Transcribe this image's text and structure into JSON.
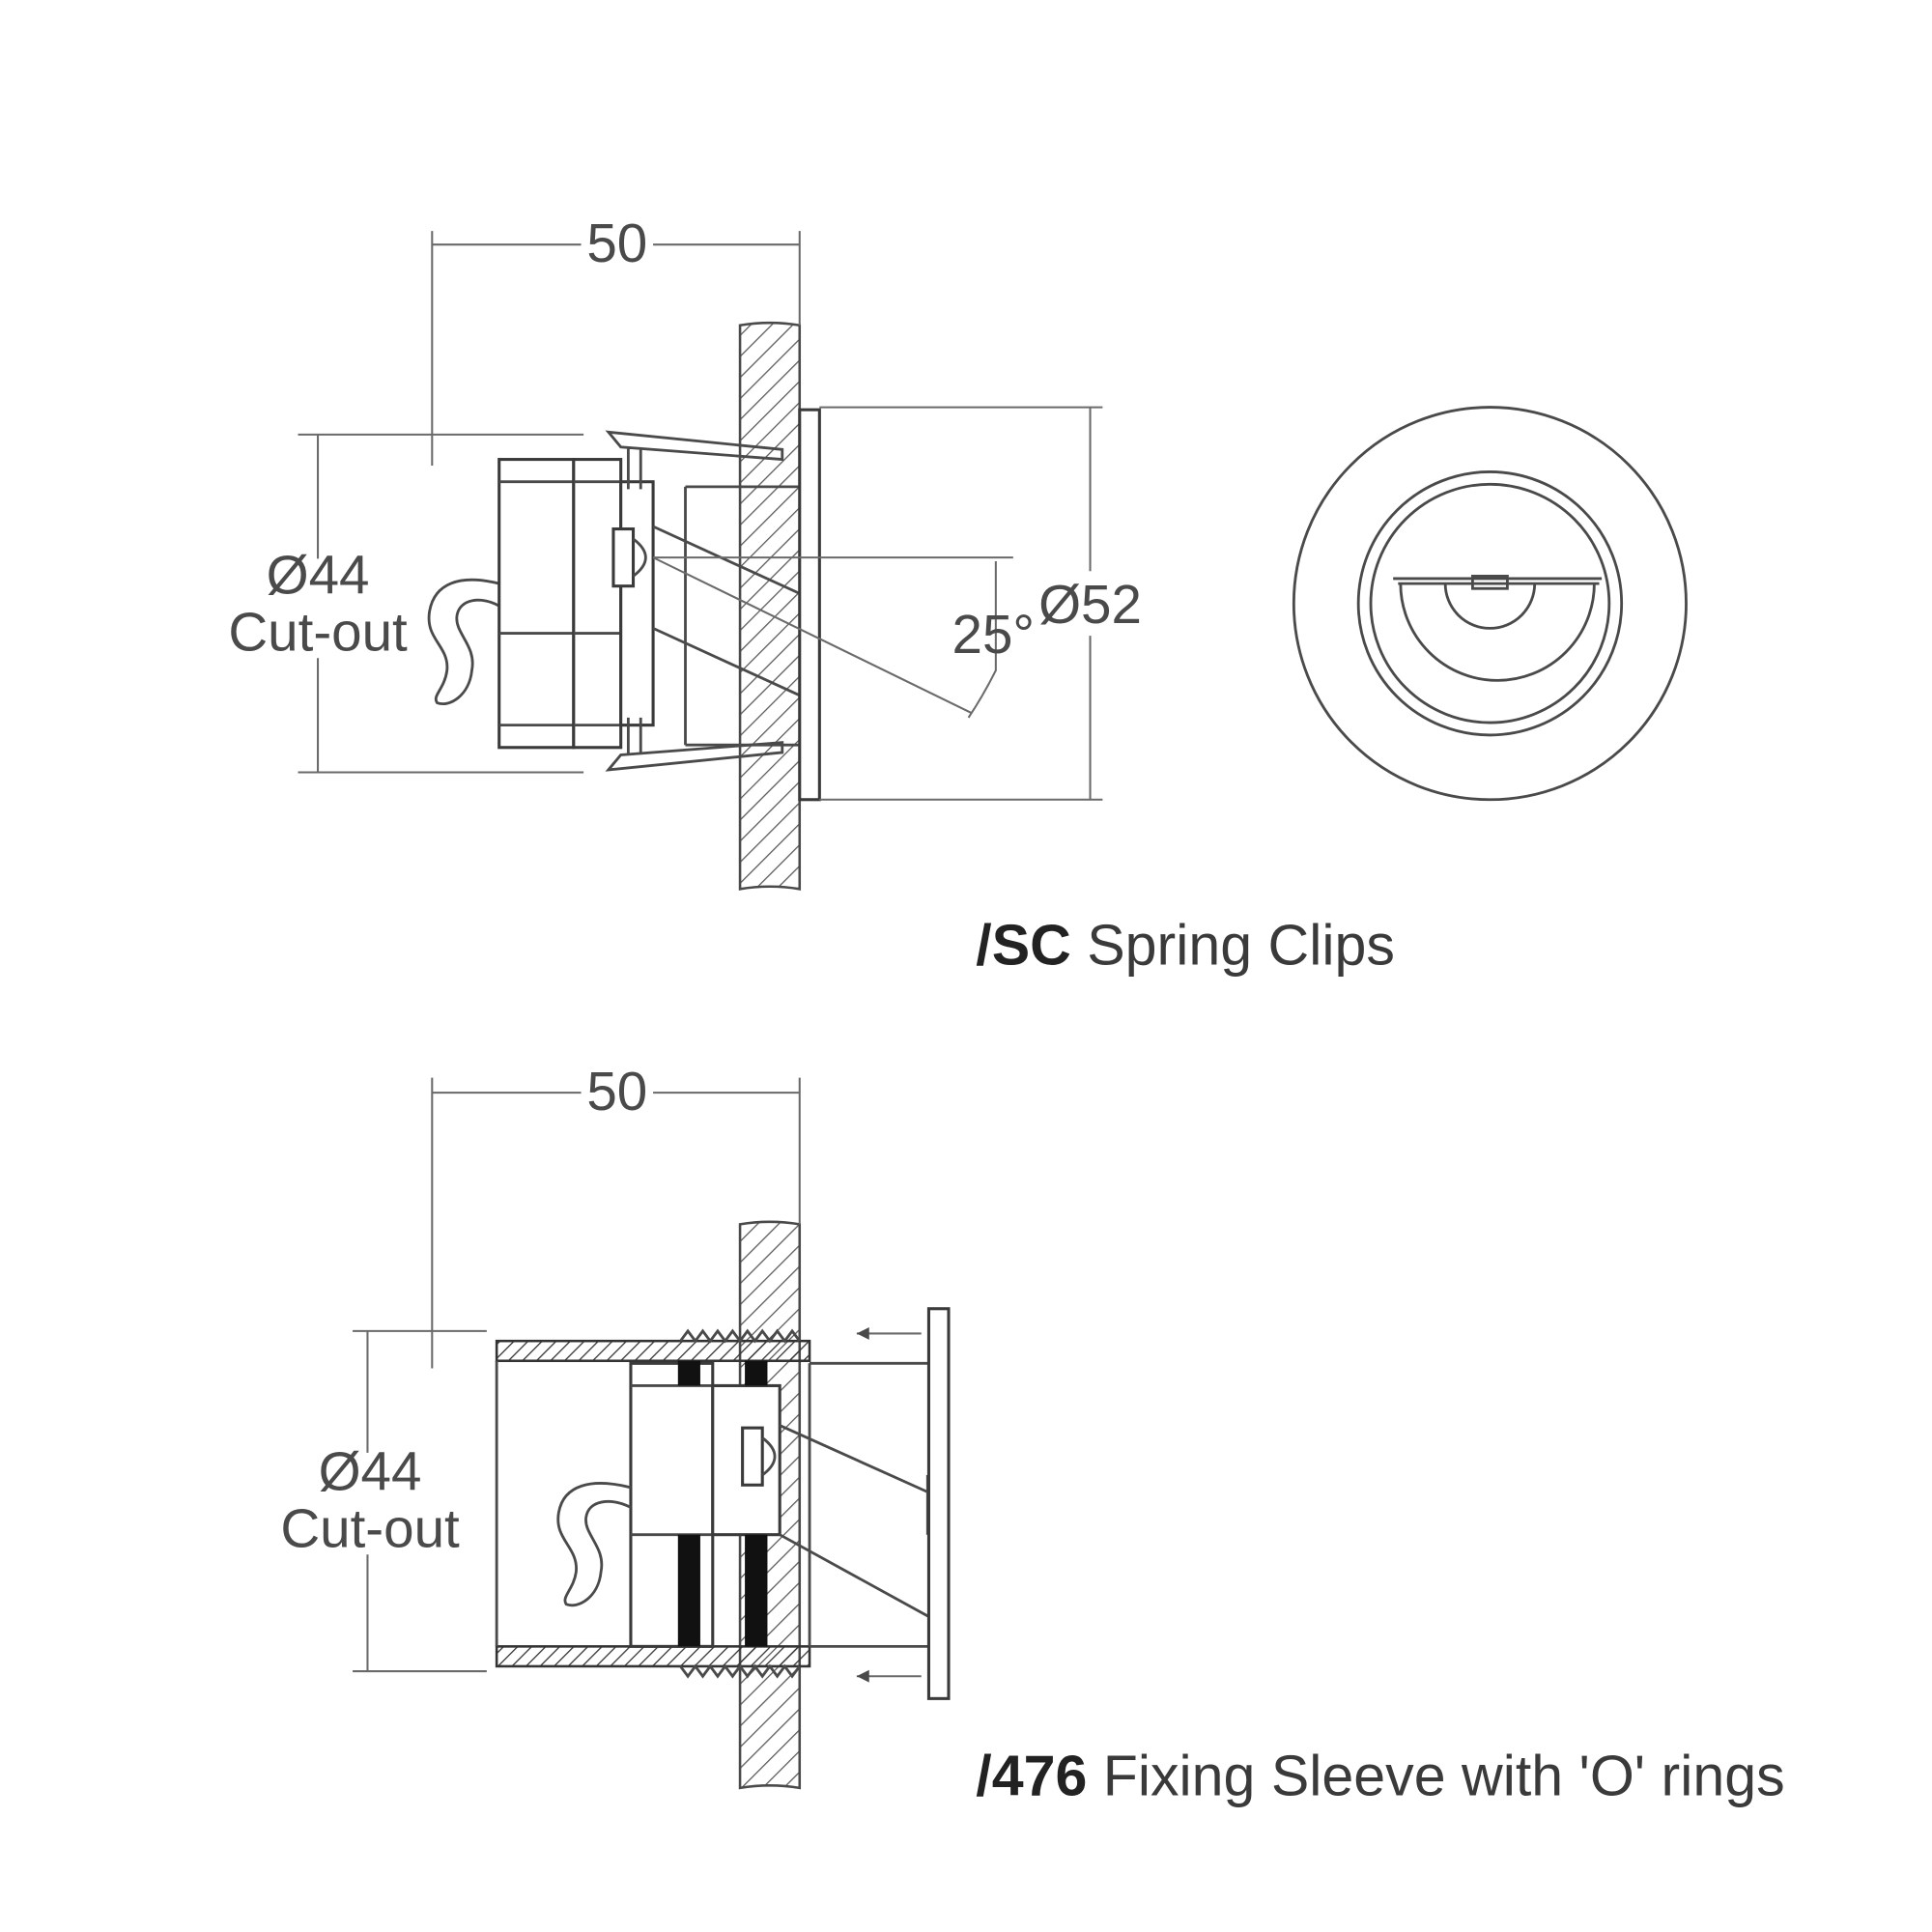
{
  "colors": {
    "line": "#4a4a4a",
    "background": "#ffffff",
    "oring": "#111111"
  },
  "top_view": {
    "depth_label": "50",
    "cutout_diameter": "Ø44",
    "cutout_label": "Cut-out",
    "angle_label": "25°",
    "bezel_diameter": "Ø52",
    "caption_code": "/SC",
    "caption_text": " Spring Clips"
  },
  "bottom_view": {
    "depth_label": "50",
    "cutout_diameter": "Ø44",
    "cutout_label": "Cut-out",
    "caption_code": "/476",
    "caption_text": " Fixing Sleeve with 'O' rings"
  }
}
